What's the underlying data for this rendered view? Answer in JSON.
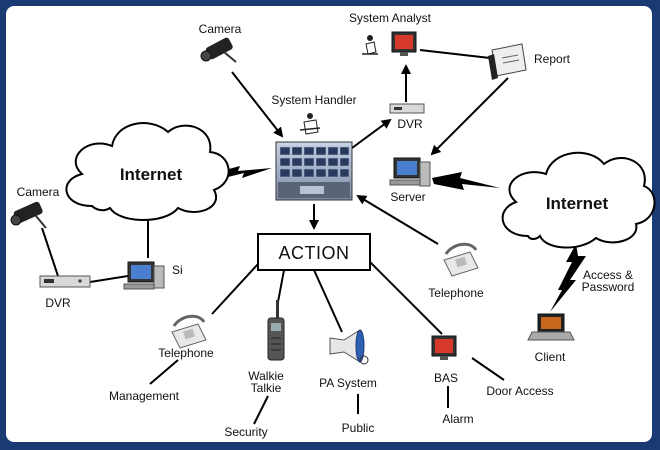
{
  "diagram": {
    "labels": {
      "camera_top": "Camera",
      "system_analyst": "System Analyst",
      "report": "Report",
      "system_handler": "System Handler",
      "dvr_top": "DVR",
      "internet_left": "Internet",
      "server": "Server",
      "internet_right": "Internet",
      "camera_left": "Camera",
      "action": "ACTION",
      "si": "Si",
      "dvr_left": "DVR",
      "telephone_right": "Telephone",
      "access_line1": "Access &",
      "access_line2": "Password",
      "client": "Client",
      "telephone_left": "Telephone",
      "management": "Management",
      "walkie_line1": "Walkie",
      "walkie_line2": "Talkie",
      "pa_system": "PA System",
      "bas": "BAS",
      "door_access": "Door Access",
      "security": "Security",
      "public": "Public",
      "alarm": "Alarm"
    },
    "icons": {
      "camera_top": "cctv-camera-icon",
      "camera_left": "cctv-camera-icon",
      "system_analyst": "person-at-monitor-icon",
      "system_handler": "person-icon",
      "report": "document-icon",
      "dvr": "dvr-box-icon",
      "server": "server-computer-icon",
      "video_wall": "video-wall-monitor-icon",
      "si_computer": "desktop-computer-icon",
      "telephone": "telephone-icon",
      "client": "laptop-icon",
      "walkie_talkie": "walkie-talkie-icon",
      "pa_system": "megaphone-icon",
      "bas": "monitor-icon"
    },
    "colors": {
      "frame": "#1a3a73",
      "canvas": "#ffffff",
      "line": "#000000"
    }
  }
}
